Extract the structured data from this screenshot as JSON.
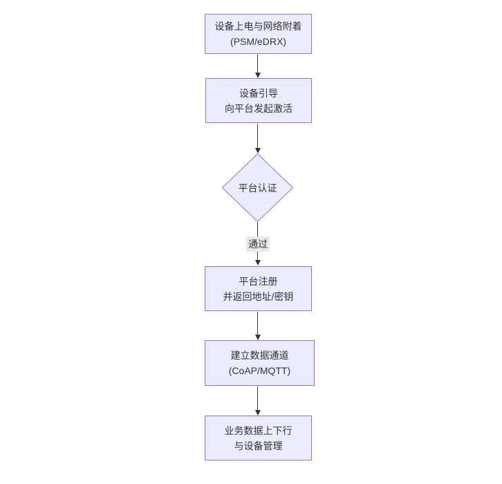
{
  "diagram": {
    "type": "flowchart",
    "direction": "top-down",
    "colors": {
      "node_fill": "#ECECFF",
      "node_border": "#9370DB",
      "arrow": "#333333",
      "text": "#333333",
      "edge_label_bg": "#e8e8e8",
      "background": "#ffffff"
    },
    "nodes": [
      {
        "shape": "rectangle",
        "lines": [
          "设备上电与网络附着",
          "(PSM/eDRX)"
        ]
      },
      {
        "shape": "rectangle",
        "lines": [
          "设备引导",
          "向平台发起激活"
        ]
      },
      {
        "shape": "diamond",
        "lines": [
          "平台认证"
        ]
      },
      {
        "shape": "rectangle",
        "lines": [
          "平台注册",
          "并返回地址/密钥"
        ]
      },
      {
        "shape": "rectangle",
        "lines": [
          "建立数据通道",
          "(CoAP/MQTT)"
        ]
      },
      {
        "shape": "rectangle",
        "lines": [
          "业务数据上下行",
          "与设备管理"
        ]
      }
    ],
    "edges": [
      {
        "from": 0,
        "to": 1,
        "label": ""
      },
      {
        "from": 1,
        "to": 2,
        "label": ""
      },
      {
        "from": 2,
        "to": 3,
        "label": "通过"
      },
      {
        "from": 3,
        "to": 4,
        "label": ""
      },
      {
        "from": 4,
        "to": 5,
        "label": ""
      }
    ]
  }
}
